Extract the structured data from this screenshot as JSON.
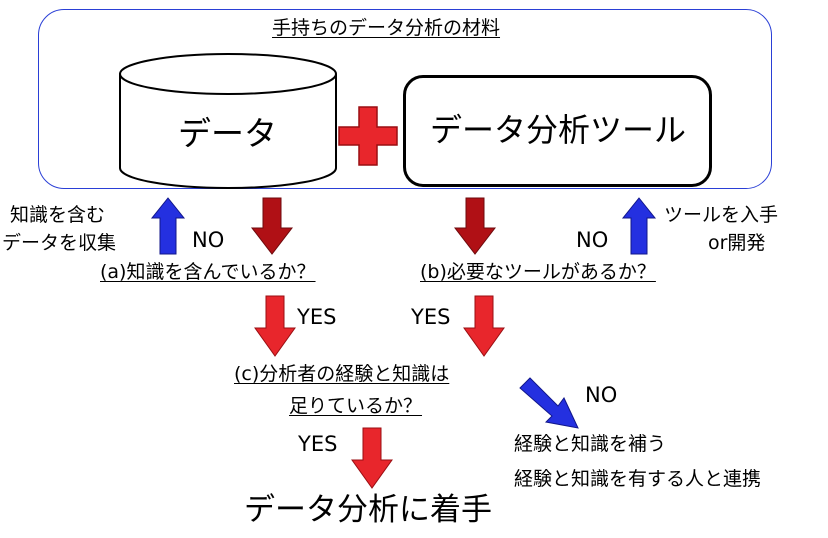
{
  "container": {
    "title": "手持ちのデータ分析の材料",
    "border_color": "#2a3fd6"
  },
  "data_cylinder": {
    "label": "データ"
  },
  "plus": {
    "symbol": "+",
    "color": "#e8262c"
  },
  "tool_box": {
    "label": "データ分析ツール"
  },
  "left_action": {
    "line1": "知識を含む",
    "line2": "データを収集"
  },
  "right_action": {
    "line1": "ツールを入手",
    "line2": "or開発"
  },
  "question_a": {
    "text": "(a)知識を含んでいるか？"
  },
  "question_b": {
    "text": "(b)必要なツールがあるか？"
  },
  "question_c": {
    "line1": "(c)分析者の経験と知識は",
    "line2": "足りているか？"
  },
  "answers": {
    "no_a": "NO",
    "no_b": "NO",
    "yes_a": "YES",
    "yes_b": "YES",
    "yes_c": "YES",
    "no_c": "NO"
  },
  "remedy": {
    "line1": "経験と知識を補う",
    "line2": "経験と知識を有する人と連携"
  },
  "final": {
    "text": "データ分析に着手"
  },
  "colors": {
    "red_arrow": "#e8262c",
    "dark_red_arrow": "#b01015",
    "blue_arrow": "#2430e0"
  }
}
